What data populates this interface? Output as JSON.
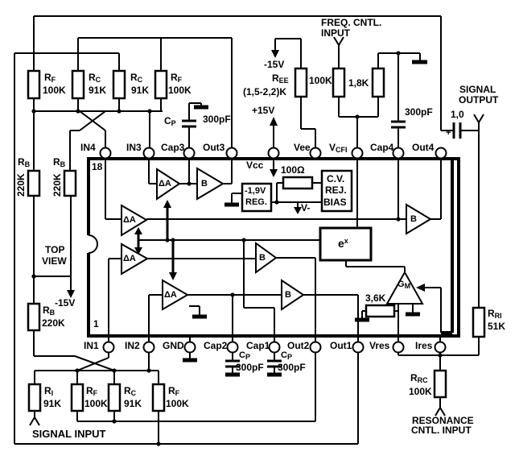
{
  "io": {
    "freq_l1": "FREQ. CNTL.",
    "freq_l2": "INPUT",
    "sig_out_l1": "SIGNAL",
    "sig_out_l2": "OUTPUT",
    "sig_in": "SIGNAL INPUT",
    "res_l1": "RESONANCE",
    "res_l2": "CNTL. INPUT",
    "out_cap_value": "1,0",
    "out_cap_polarity": "+"
  },
  "supplies": {
    "plus15": "+15V",
    "minus15_top": "-15V",
    "minus15_left": "-15V"
  },
  "misc": {
    "top_view_l1": "TOP",
    "top_view_l2": "VIEW"
  },
  "ic": {
    "pin18": "18",
    "pin1": "1",
    "top_pins": [
      "IN4",
      "IN3",
      "Cap3",
      "Out3",
      "Vee",
      "Cap4",
      "Out4"
    ],
    "vcfi": {
      "main": "V",
      "sub": "CFI"
    },
    "bottom_pins": [
      "IN1",
      "IN2",
      "GND",
      "Cap2",
      "Cap1",
      "Out2",
      "Out1",
      "Vres",
      "Ires"
    ],
    "internal": {
      "vcc": "Vcc",
      "vminus": "V-",
      "delta_amp": "ΔA",
      "buffer": "B",
      "gm": {
        "main": "G",
        "sub": "M"
      },
      "exp": {
        "main": "e",
        "sup": "x"
      },
      "reg_l1": "-1,9V",
      "reg_l2": "REG.",
      "r100": "100Ω",
      "bias_l1": "C.V.",
      "bias_l2": "REJ.",
      "bias_l3": "BIAS",
      "r36": "3,6K"
    }
  },
  "resistors": {
    "top_bank": [
      {
        "name": "R",
        "sub": "F",
        "value": "100K"
      },
      {
        "name": "R",
        "sub": "C",
        "value": "91K"
      },
      {
        "name": "R",
        "sub": "C",
        "value": "91K"
      },
      {
        "name": "R",
        "sub": "F",
        "value": "100K"
      }
    ],
    "bottom_bank": [
      {
        "name": "R",
        "sub": "I",
        "value": "91K"
      },
      {
        "name": "R",
        "sub": "F",
        "value": "100K"
      },
      {
        "name": "R",
        "sub": "C",
        "value": "91K"
      },
      {
        "name": "R",
        "sub": "F",
        "value": "100K"
      }
    ],
    "rb": {
      "name": "R",
      "sub": "B",
      "value": "220K"
    },
    "ree": {
      "name": "R",
      "sub": "EE",
      "value": "(1,5-2,2)K"
    },
    "r_freq_value": "100K",
    "r_18k_value": "1,8K",
    "rrc": {
      "name": "R",
      "sub": "RC",
      "value": "100K"
    },
    "rri": {
      "name": "R",
      "sub": "RI",
      "value": "51K"
    }
  },
  "capacitors": {
    "cp": {
      "name": "C",
      "sub": "P"
    },
    "cp_value": "300pF",
    "cap4_value": "300pF"
  }
}
